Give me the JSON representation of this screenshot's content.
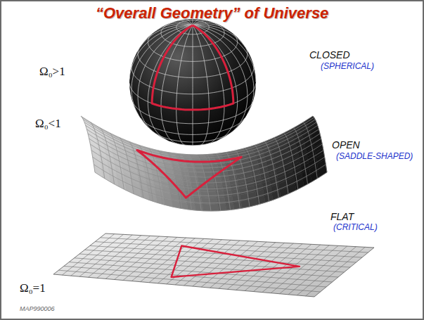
{
  "diagram": {
    "title": "“Overall Geometry” of Universe",
    "labels": [
      "Ω₀>1",
      "CLOSED",
      "(SPHERICAL)",
      "Ω₀<1",
      "OPEN",
      "(SADDLE-SHAPED)",
      "FLAT",
      "(CRITICAL)",
      "Ω₀=1",
      "MAP990006"
    ]
  }
}
